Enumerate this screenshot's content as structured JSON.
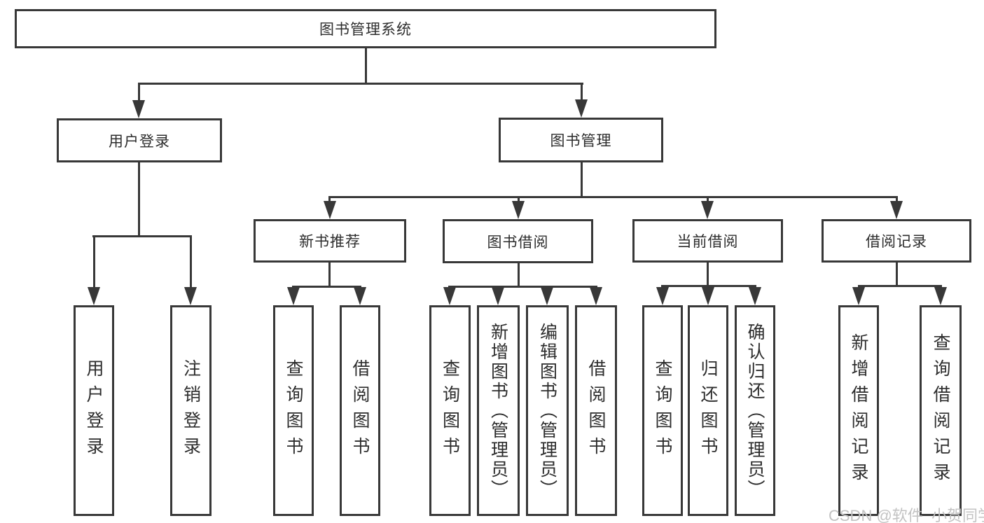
{
  "nodes": {
    "root": {
      "label": "图书管理系统"
    },
    "user-login": {
      "label": "用户登录"
    },
    "book-mgmt": {
      "label": "图书管理"
    },
    "leaf-user-login": {
      "label": "用户登录"
    },
    "leaf-logout": {
      "label": "注销登录"
    },
    "new-book-rec": {
      "label": "新书推荐"
    },
    "book-borrow": {
      "label": "图书借阅"
    },
    "current-borrow": {
      "label": "当前借阅"
    },
    "borrow-record": {
      "label": "借阅记录"
    },
    "nbr-query": {
      "label": "查询图书"
    },
    "nbr-borrow": {
      "label": "借阅图书"
    },
    "bb-query": {
      "label": "查询图书"
    },
    "bb-add": {
      "label": "新增图书（管理员）"
    },
    "bb-edit": {
      "label": "编辑图书（管理员）"
    },
    "bb-borrow": {
      "label": "借阅图书"
    },
    "cb-query": {
      "label": "查询图书"
    },
    "cb-return": {
      "label": "归还图书"
    },
    "cb-confirm": {
      "label": "确认归还（管理员）"
    },
    "br-add": {
      "label": "新增借阅记录"
    },
    "br-query": {
      "label": "查询借阅记录"
    }
  },
  "edges": [
    [
      "root",
      "user-login"
    ],
    [
      "root",
      "book-mgmt"
    ],
    [
      "user-login",
      "leaf-user-login"
    ],
    [
      "user-login",
      "leaf-logout"
    ],
    [
      "book-mgmt",
      "new-book-rec"
    ],
    [
      "book-mgmt",
      "book-borrow"
    ],
    [
      "book-mgmt",
      "current-borrow"
    ],
    [
      "book-mgmt",
      "borrow-record"
    ],
    [
      "new-book-rec",
      "nbr-query"
    ],
    [
      "new-book-rec",
      "nbr-borrow"
    ],
    [
      "book-borrow",
      "bb-query"
    ],
    [
      "book-borrow",
      "bb-add"
    ],
    [
      "book-borrow",
      "bb-edit"
    ],
    [
      "book-borrow",
      "bb-borrow"
    ],
    [
      "current-borrow",
      "cb-query"
    ],
    [
      "current-borrow",
      "cb-return"
    ],
    [
      "current-borrow",
      "cb-confirm"
    ],
    [
      "borrow-record",
      "br-add"
    ],
    [
      "borrow-record",
      "br-query"
    ]
  ],
  "watermark": {
    "text": "CSDN @软件_小贺同学"
  },
  "colors": {
    "line": "#383838",
    "text": "#2d2d2d",
    "watermark": "#c3c3c3",
    "background": "#ffffff"
  }
}
